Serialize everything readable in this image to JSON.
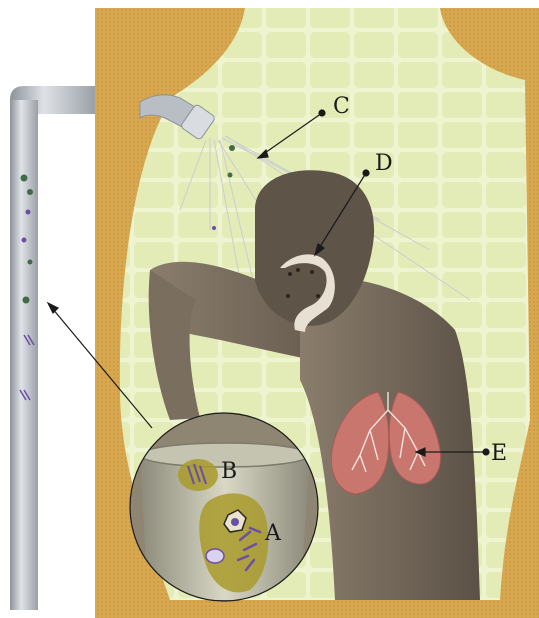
{
  "labels": {
    "a": "A",
    "b": "B",
    "c": "C",
    "d": "D",
    "e": "E"
  },
  "colors": {
    "wall_beige": "#d8a850",
    "tile_background": "#eef4cf",
    "tile_grout": "#ffffff",
    "pipe": "#b4b9c0",
    "skin": "#6e6253",
    "lungs": "#c8766e",
    "biofilm": "#a99a2a",
    "microbe_purple": "#6a4fa3",
    "microbe_green": "#3f6b45"
  }
}
